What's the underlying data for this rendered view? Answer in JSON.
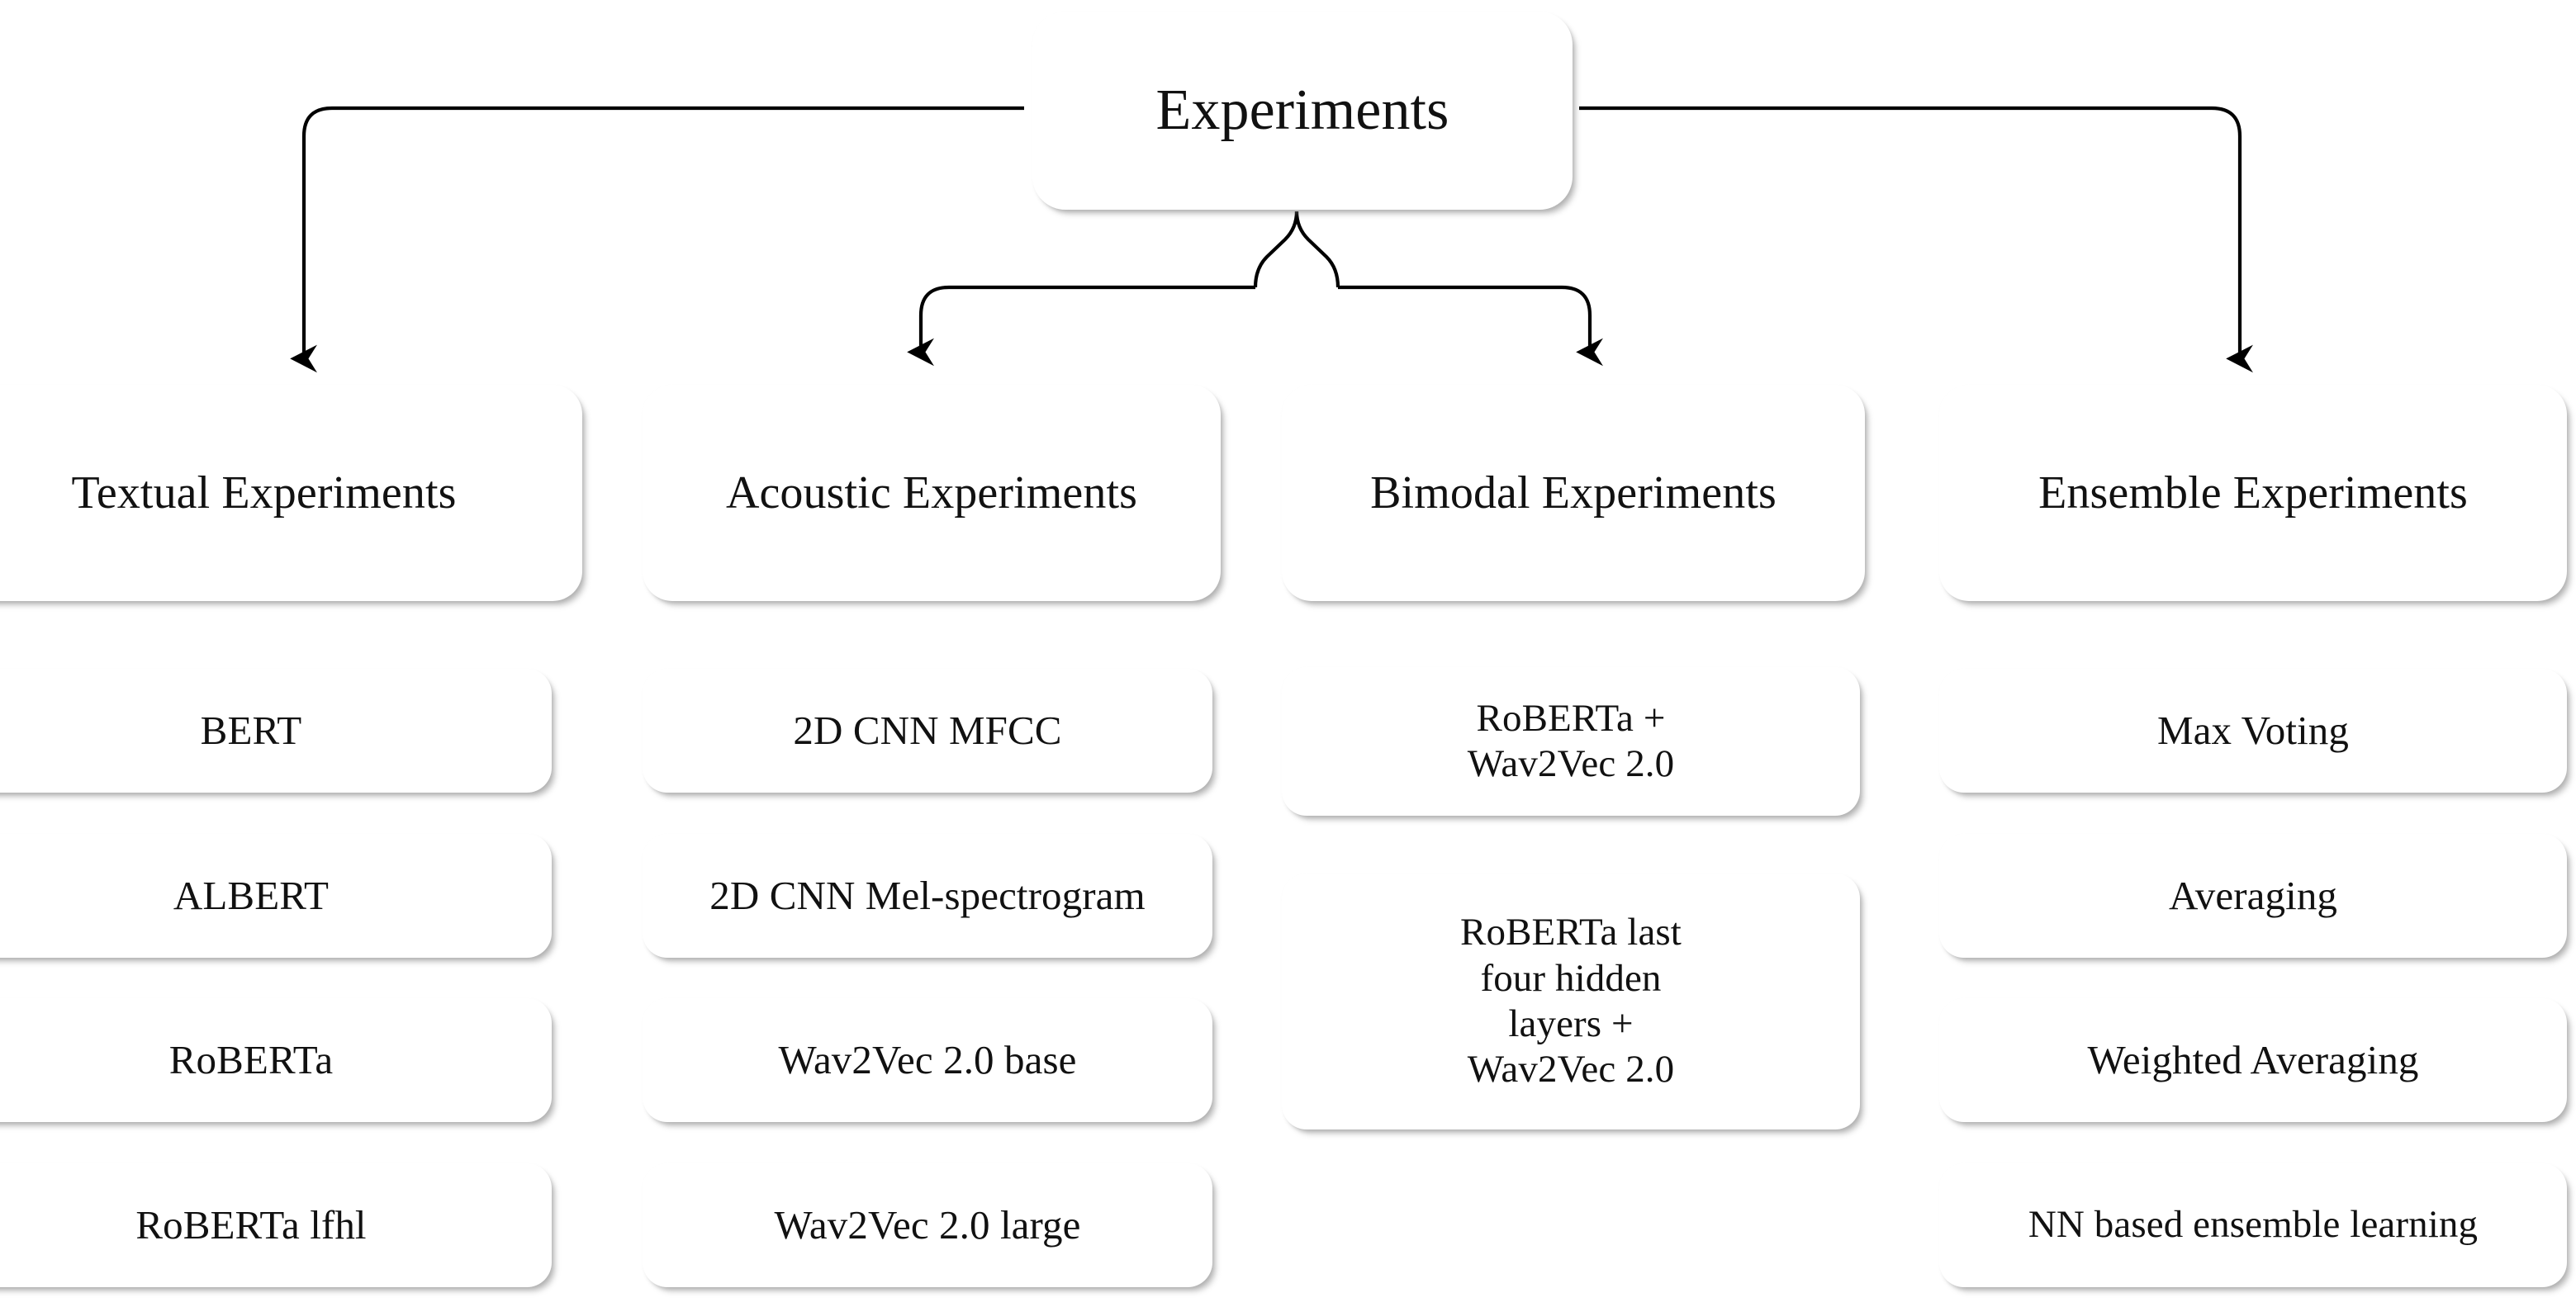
{
  "diagram": {
    "title": "Experiments",
    "root": {
      "label": "Experiments"
    },
    "categories": [
      {
        "label": "Textual Experiments"
      },
      {
        "label": "Acoustic Experiments"
      },
      {
        "label": "Bimodal Experiments"
      },
      {
        "label": "Ensemble Experiments"
      }
    ],
    "columns": [
      {
        "category": "Textual Experiments",
        "items": [
          {
            "label": "BERT"
          },
          {
            "label": "ALBERT"
          },
          {
            "label": "RoBERTa"
          },
          {
            "label": "RoBERTa lfhl"
          }
        ]
      },
      {
        "category": "Acoustic Experiments",
        "items": [
          {
            "label": "2D CNN MFCC"
          },
          {
            "label": "2D CNN Mel-spectrogram"
          },
          {
            "label": "Wav2Vec 2.0 base"
          },
          {
            "label": "Wav2Vec 2.0 large"
          }
        ]
      },
      {
        "category": "Bimodal Experiments",
        "items": [
          {
            "label": "RoBERTa +\nWav2Vec 2.0"
          },
          {
            "label": "RoBERTa last\nfour hidden\nlayers +\nWav2Vec 2.0"
          }
        ]
      },
      {
        "category": "Ensemble Experiments",
        "items": [
          {
            "label": "Max Voting"
          },
          {
            "label": "Averaging"
          },
          {
            "label": "Weighted Averaging"
          },
          {
            "label": "NN based ensemble learning"
          }
        ]
      }
    ],
    "colors": {
      "background": "#ffffff",
      "card_fill": "#ffffff",
      "text": "#111111",
      "connector": "#000000",
      "shadow": "#bcbcbc"
    }
  }
}
